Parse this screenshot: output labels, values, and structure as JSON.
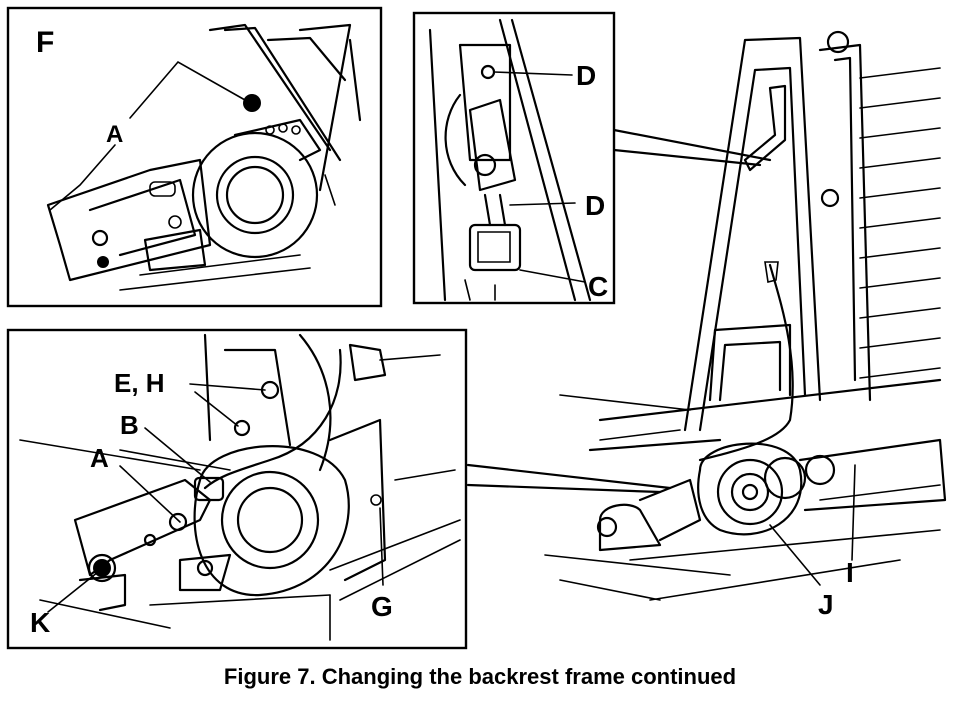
{
  "caption": "Figure 7.  Changing the backrest frame continued",
  "panel_f": {
    "title": "F",
    "labels": {
      "a": "A"
    }
  },
  "panel_d": {
    "labels": {
      "d_top": "D",
      "d_mid": "D",
      "c": "C"
    }
  },
  "panel_main": {
    "labels": {
      "eh": "E, H",
      "b": "B",
      "a": "A",
      "k": "K",
      "g": "G"
    }
  },
  "assembly": {
    "labels": {
      "i": "I",
      "j": "J"
    }
  }
}
